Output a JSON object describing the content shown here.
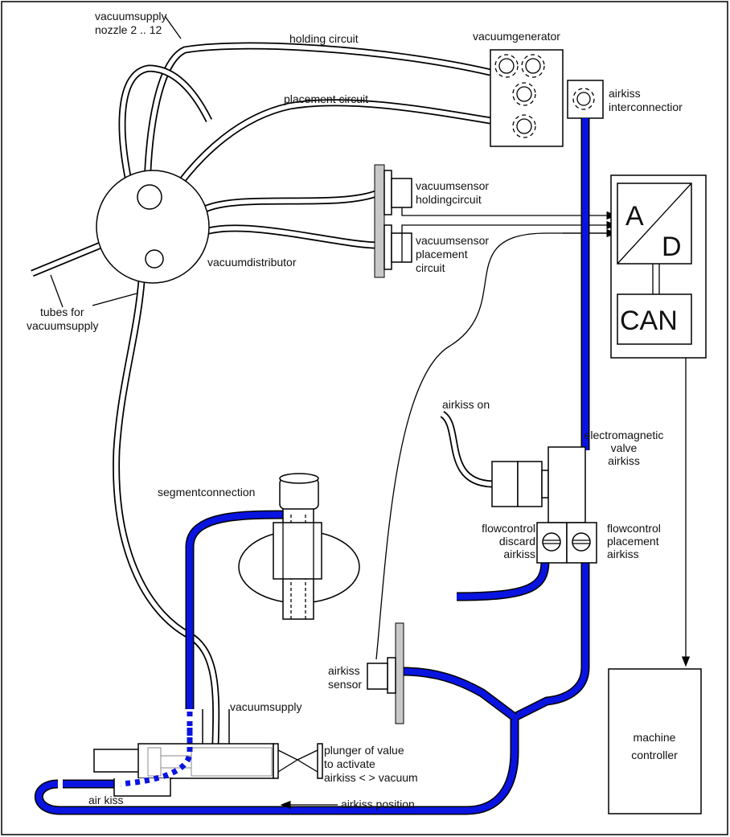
{
  "labels": {
    "vacuumsupply_nozzle": [
      "vacuumsupply",
      "nozzle 2 .. 12"
    ],
    "holding_circuit": "holding circuit",
    "placement_circuit": "placement circuit",
    "vacuumgenerator": "vacuumgenerator",
    "airkiss_interconnection": [
      "airkiss",
      "interconnectior"
    ],
    "vacuumsensor_holding": [
      "vacuumsensor",
      "holdingcircuit"
    ],
    "vacuumsensor_placement": [
      "vacuumsensor",
      "placement",
      "circuit"
    ],
    "vacuumdistributor": "vacuumdistributor",
    "tubes_for_vacuumsupply": [
      "tubes for",
      "vacuumsupply"
    ],
    "ad_a": "A",
    "ad_d": "D",
    "can": "CAN",
    "airkiss_on": "airkiss on",
    "electromagnetic_valve": [
      "electromagnetic",
      "valve",
      "airkiss"
    ],
    "flowcontrol_discard": [
      "flowcontrol",
      "discard",
      "airkiss"
    ],
    "flowcontrol_placement": [
      "flowcontrol",
      "placement",
      "airkiss"
    ],
    "segmentconnection": "segmentconnection",
    "airkiss_sensor": [
      "airkiss",
      "sensor"
    ],
    "vacuumsupply": "vacuumsupply",
    "plunger": [
      "plunger of value",
      "to activate",
      "airkiss < > vacuum"
    ],
    "air_kiss": "air kiss",
    "airkiss_position": "airkiss position",
    "machine_controller": [
      "machine",
      "controller"
    ]
  },
  "colors": {
    "airkiss_tube": "#0a14e0",
    "sensor_plate": "#c8c8c8"
  }
}
